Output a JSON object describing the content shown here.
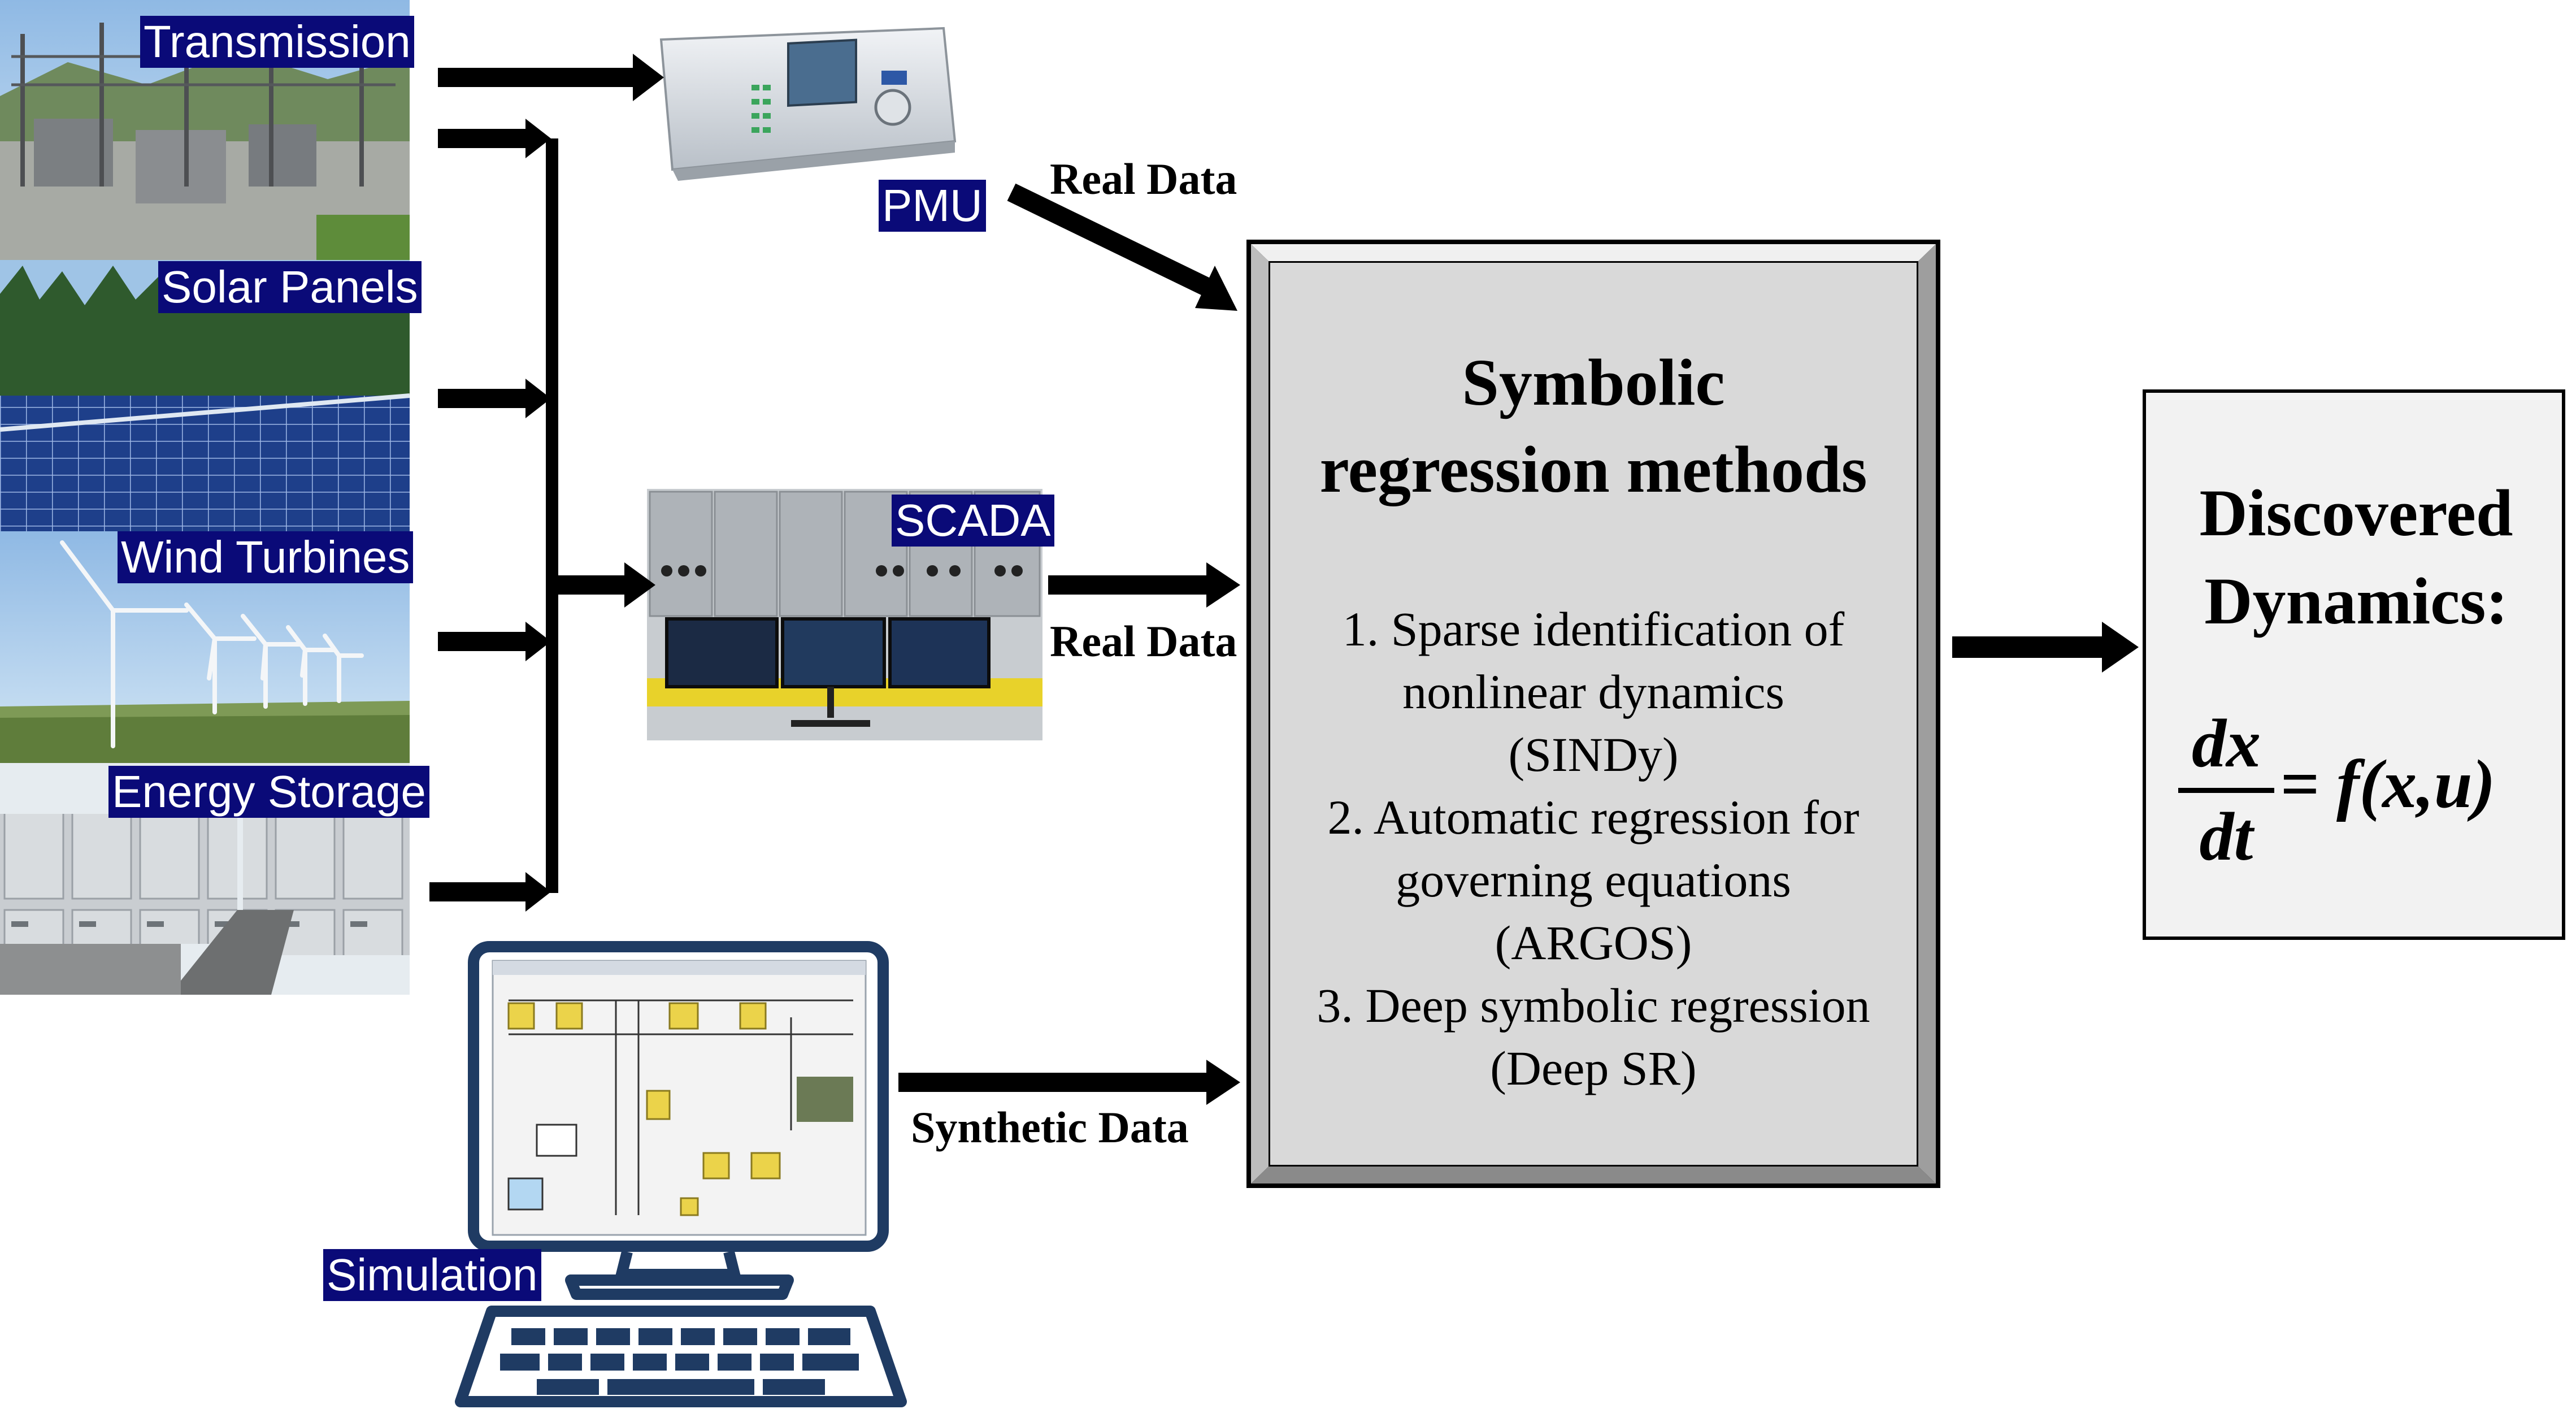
{
  "sources": {
    "transmission": "Transmission",
    "solar": "Solar Panels",
    "wind": "Wind Turbines",
    "storage": "Energy Storage",
    "pmu": "PMU",
    "scada": "SCADA",
    "simulation": "Simulation"
  },
  "edges": {
    "pmu_to_methods": "Real Data",
    "scada_to_methods": "Real Data",
    "simulation_to_methods": "Synthetic Data"
  },
  "methods": {
    "title_line1": "Symbolic",
    "title_line2": "regression methods",
    "items": [
      "1. Sparse identification of",
      "nonlinear dynamics",
      "(SINDy)",
      "2. Automatic regression for",
      "governing equations",
      "(ARGOS)",
      "3. Deep symbolic regression",
      "(Deep SR)"
    ]
  },
  "output": {
    "title_line1": "Discovered",
    "title_line2": "Dynamics:",
    "equation_numerator": "dx",
    "equation_denominator": "dt",
    "equation_rhs": "= f(x,u)"
  },
  "colors": {
    "label_background": "#0a0a78",
    "method_box_fill": "#d9d9d9",
    "output_box_fill": "#f2f2f2",
    "monitor_frame": "#1f3b63",
    "arrow": "#000000"
  },
  "icons": {
    "transmission_photo": "substation-photo",
    "solar_photo": "solar-panels-photo",
    "wind_photo": "wind-turbines-photo",
    "storage_photo": "energy-storage-photo",
    "pmu_device": "pmu-device-icon",
    "scada_panel": "scada-control-room-photo",
    "simulation_computer": "desktop-computer-icon"
  }
}
